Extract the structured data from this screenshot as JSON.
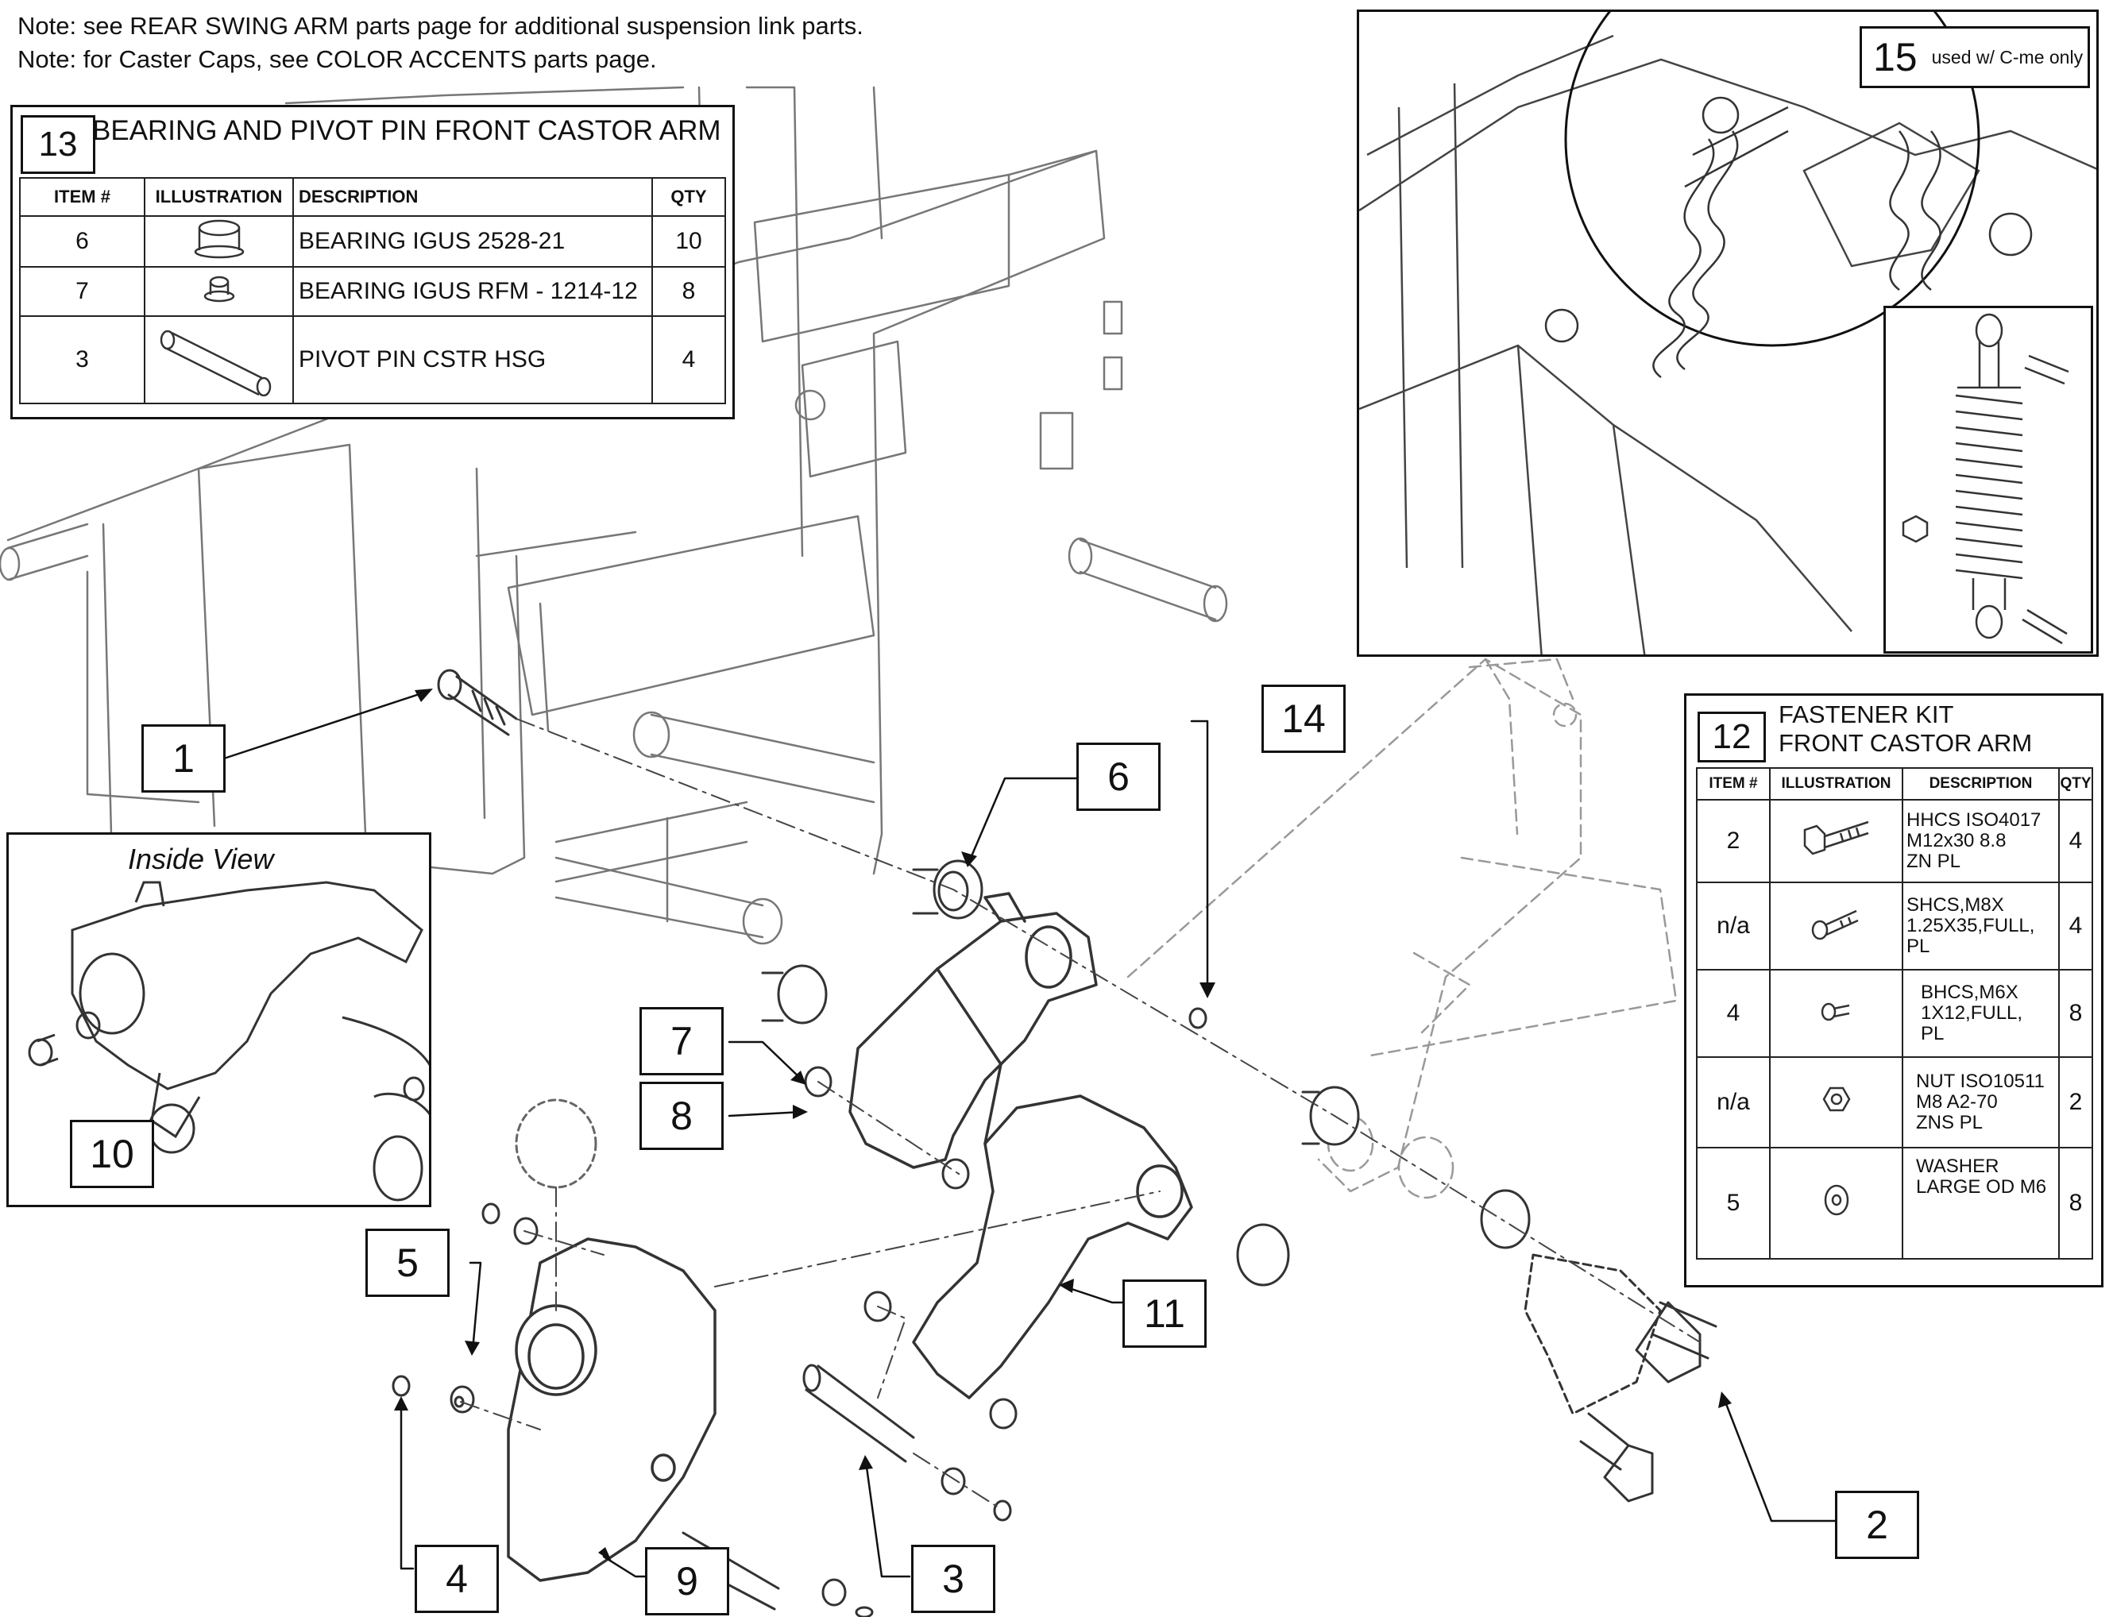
{
  "notes": [
    "Note: see REAR SWING ARM parts page for additional suspension link parts.",
    "Note: for Caster Caps, see COLOR ACCENTS parts page."
  ],
  "table13": {
    "number": "13",
    "title": "BEARING AND PIVOT PIN FRONT CASTOR ARM",
    "headers": [
      "ITEM #",
      "ILLUSTRATION",
      "DESCRIPTION",
      "QTY"
    ],
    "rows": [
      {
        "item": "6",
        "icon": "bearing-large-icon",
        "description": "BEARING IGUS 2528-21",
        "qty": "10"
      },
      {
        "item": "7",
        "icon": "bearing-small-icon",
        "description": "BEARING IGUS RFM - 1214-12",
        "qty": "8"
      },
      {
        "item": "3",
        "icon": "pivot-pin-icon",
        "description": "PIVOT PIN CSTR HSG",
        "qty": "4"
      }
    ]
  },
  "table12": {
    "number": "12",
    "title_line1": "FASTENER KIT",
    "title_line2": "FRONT CASTOR ARM",
    "headers": [
      "ITEM #",
      "ILLUSTRATION",
      "DESCRIPTION",
      "QTY"
    ],
    "rows": [
      {
        "item": "2",
        "icon": "hex-bolt-icon",
        "description": [
          "HHCS ISO4017",
          "M12x30 8.8",
          "ZN PL"
        ],
        "qty": "4"
      },
      {
        "item": "n/a",
        "icon": "socket-cap-screw-icon",
        "description": [
          "SHCS,M8X",
          "1.25X35,FULL,",
          "PL"
        ],
        "qty": "4"
      },
      {
        "item": "4",
        "icon": "button-head-screw-icon",
        "description": [
          "BHCS,M6X",
          "1X12,FULL,",
          "PL"
        ],
        "qty": "8"
      },
      {
        "item": "n/a",
        "icon": "hex-nut-icon",
        "description": [
          "NUT ISO10511",
          "M8 A2-70",
          "ZNS PL"
        ],
        "qty": "2"
      },
      {
        "item": "5",
        "icon": "washer-icon",
        "description": [
          "WASHER",
          "LARGE OD M6"
        ],
        "qty": "8"
      }
    ]
  },
  "inset15": {
    "number": "15",
    "caption": "used w/ C-me only"
  },
  "inside_view": {
    "title": "Inside View"
  },
  "callouts": [
    "1",
    "2",
    "3",
    "4",
    "5",
    "6",
    "7",
    "8",
    "9",
    "10",
    "11",
    "14"
  ]
}
